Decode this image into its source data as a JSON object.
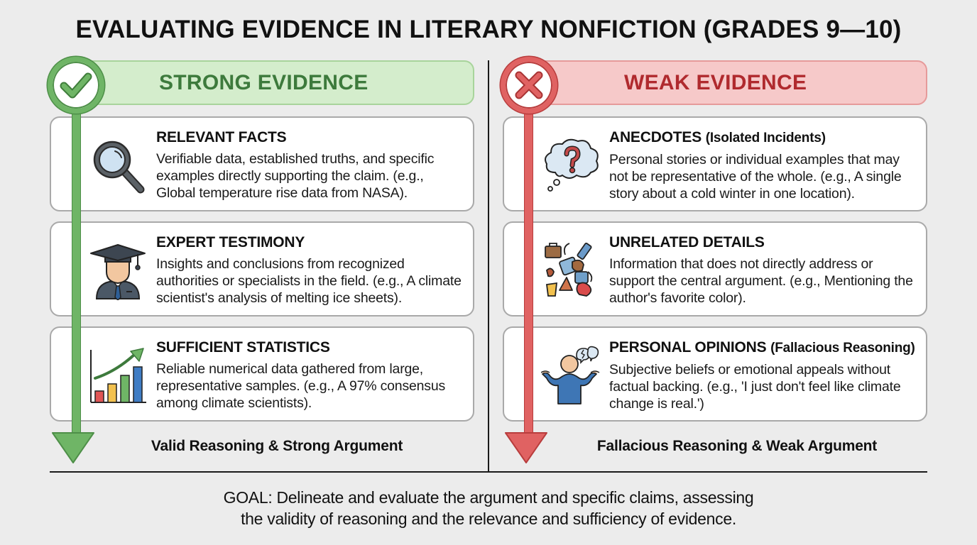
{
  "title": "EVALUATING EVIDENCE IN LITERARY NONFICTION (GRADES 9—10)",
  "colors": {
    "strong_accent": "#6fb566",
    "strong_header_bg": "#d4edcc",
    "strong_header_text": "#3d7a3c",
    "weak_accent": "#e06262",
    "weak_header_bg": "#f6c9c9",
    "weak_header_text": "#b02a2e",
    "background": "#ececec"
  },
  "strong": {
    "badge_icon": "checkmark-icon",
    "header": "STRONG EVIDENCE",
    "items": [
      {
        "icon": "magnifying-glass-icon",
        "heading": "RELEVANT FACTS",
        "heading_sub": "",
        "body": "Verifiable data, established truths, and specific examples directly supporting the claim. (e.g., Global temperature rise data from NASA)."
      },
      {
        "icon": "graduate-expert-icon",
        "heading": "EXPERT TESTIMONY",
        "heading_sub": "",
        "body": "Insights and conclusions from recognized authorities or specialists in the field. (e.g., A climate scientist's analysis of melting ice sheets)."
      },
      {
        "icon": "rising-bar-chart-icon",
        "heading": "SUFFICIENT STATISTICS",
        "heading_sub": "",
        "body": "Reliable numerical data gathered from large, representative samples. (e.g., A 97% consensus among climate scientists)."
      }
    ],
    "conclusion": "Valid Reasoning & Strong Argument"
  },
  "weak": {
    "badge_icon": "x-mark-icon",
    "header": "WEAK EVIDENCE",
    "items": [
      {
        "icon": "thought-bubble-question-icon",
        "heading": "ANECDOTES",
        "heading_sub": "(Isolated Incidents)",
        "body": "Personal stories or individual examples that may not be representative of the whole. (e.g., A single story about a cold winter in one location)."
      },
      {
        "icon": "scattered-objects-icon",
        "heading": "UNRELATED DETAILS",
        "heading_sub": "",
        "body": "Information that does not directly address or support the central argument. (e.g., Mentioning the author's favorite color)."
      },
      {
        "icon": "shrugging-person-icon",
        "heading": "PERSONAL OPINIONS",
        "heading_sub": "(Fallacious Reasoning)",
        "body": "Subjective beliefs or emotional appeals without factual backing. (e.g., 'I just don't feel like climate change is real.')"
      }
    ],
    "conclusion": "Fallacious Reasoning & Weak Argument"
  },
  "goal": {
    "line1": "GOAL: Delineate and evaluate the argument and specific claims, assessing",
    "line2": "the validity of reasoning and the relevance and sufficiency of evidence."
  }
}
